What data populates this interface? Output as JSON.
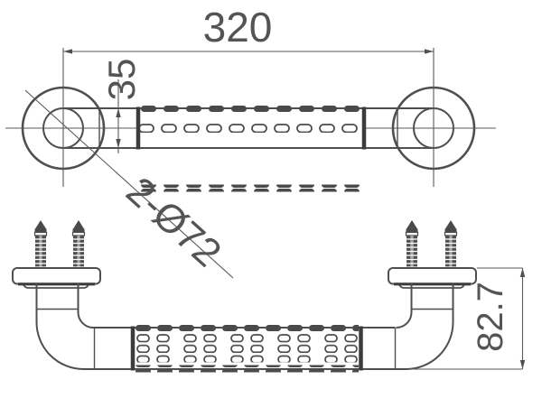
{
  "drawing": {
    "kind": "technical-drawing",
    "views": {
      "top_view": "grab bar plan view with two round flanges and knurled grip",
      "side_view": "grab bar elevation with mounting screws"
    },
    "labels": {
      "overall_length": "320",
      "tube_diameter": "35",
      "flange_diameter": "2-Ø72",
      "overall_height": "82.7"
    },
    "colors": {
      "line": "#4f4f4f",
      "dark_accent": "#3c3c3c",
      "text": "#545454",
      "background": "#ffffff"
    }
  }
}
